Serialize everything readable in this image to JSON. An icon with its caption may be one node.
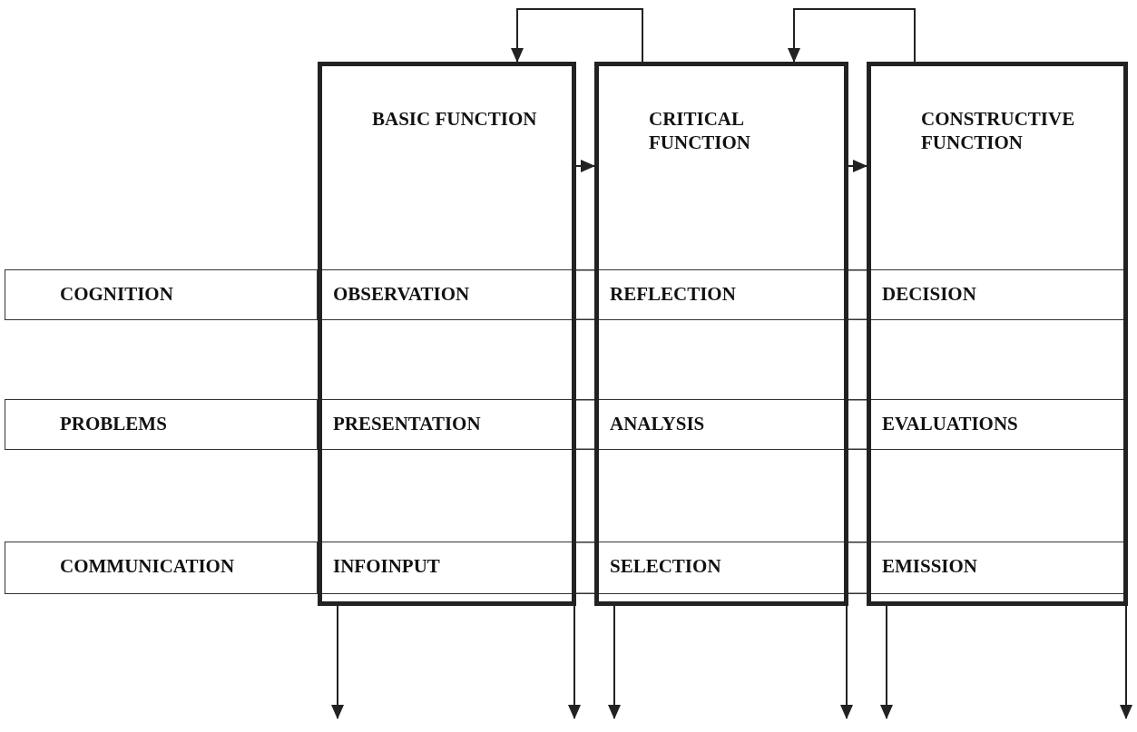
{
  "diagram": {
    "nodes": [
      {
        "text": [
          "BASIC FUNCTION"
        ]
      },
      {
        "text": [
          "CRITICAL FUNCTION"
        ]
      },
      {
        "text": [
          "CONSTRUCTIVE FUNCTION"
        ]
      },
      {
        "text": [
          "COGNITION"
        ]
      },
      {
        "text": [
          "OBSERVATION"
        ],
        "in": 0
      },
      {
        "text": [
          "REFLECTION"
        ],
        "in": 1
      },
      {
        "text": [
          "DECISION"
        ],
        "in": 2
      },
      {
        "text": [
          "PROBLEMS"
        ]
      },
      {
        "text": [
          "PRESENTATION"
        ],
        "in": 0
      },
      {
        "text": [
          "ANALYSIS"
        ],
        "in": 1
      },
      {
        "text": [
          "EVALUATIONS"
        ],
        "in": 2
      },
      {
        "text": [
          "COMMUNICATION"
        ]
      },
      {
        "text": [
          "INFOINPUT"
        ],
        "in": 0
      },
      {
        "text": [
          "SELECTION"
        ],
        "in": 1
      },
      {
        "text": [
          "EMISSION"
        ],
        "in": 2
      }
    ],
    "edges": [
      {
        "from": 0,
        "to": 1,
        "arrow": "to"
      },
      {
        "from": 1,
        "to": 2,
        "arrow": "to"
      },
      {
        "from": 1,
        "to": 0,
        "arrow": "to"
      },
      {
        "from": 2,
        "to": 1,
        "arrow": "to"
      },
      {
        "from": 0,
        "to": null,
        "arrow": "to"
      },
      {
        "from": 0,
        "to": null,
        "arrow": "to"
      },
      {
        "from": 1,
        "to": null,
        "arrow": "to"
      },
      {
        "from": 1,
        "to": null,
        "arrow": "to"
      },
      {
        "from": 2,
        "to": null,
        "arrow": "to"
      },
      {
        "from": 2,
        "to": null,
        "arrow": "to"
      }
    ]
  }
}
